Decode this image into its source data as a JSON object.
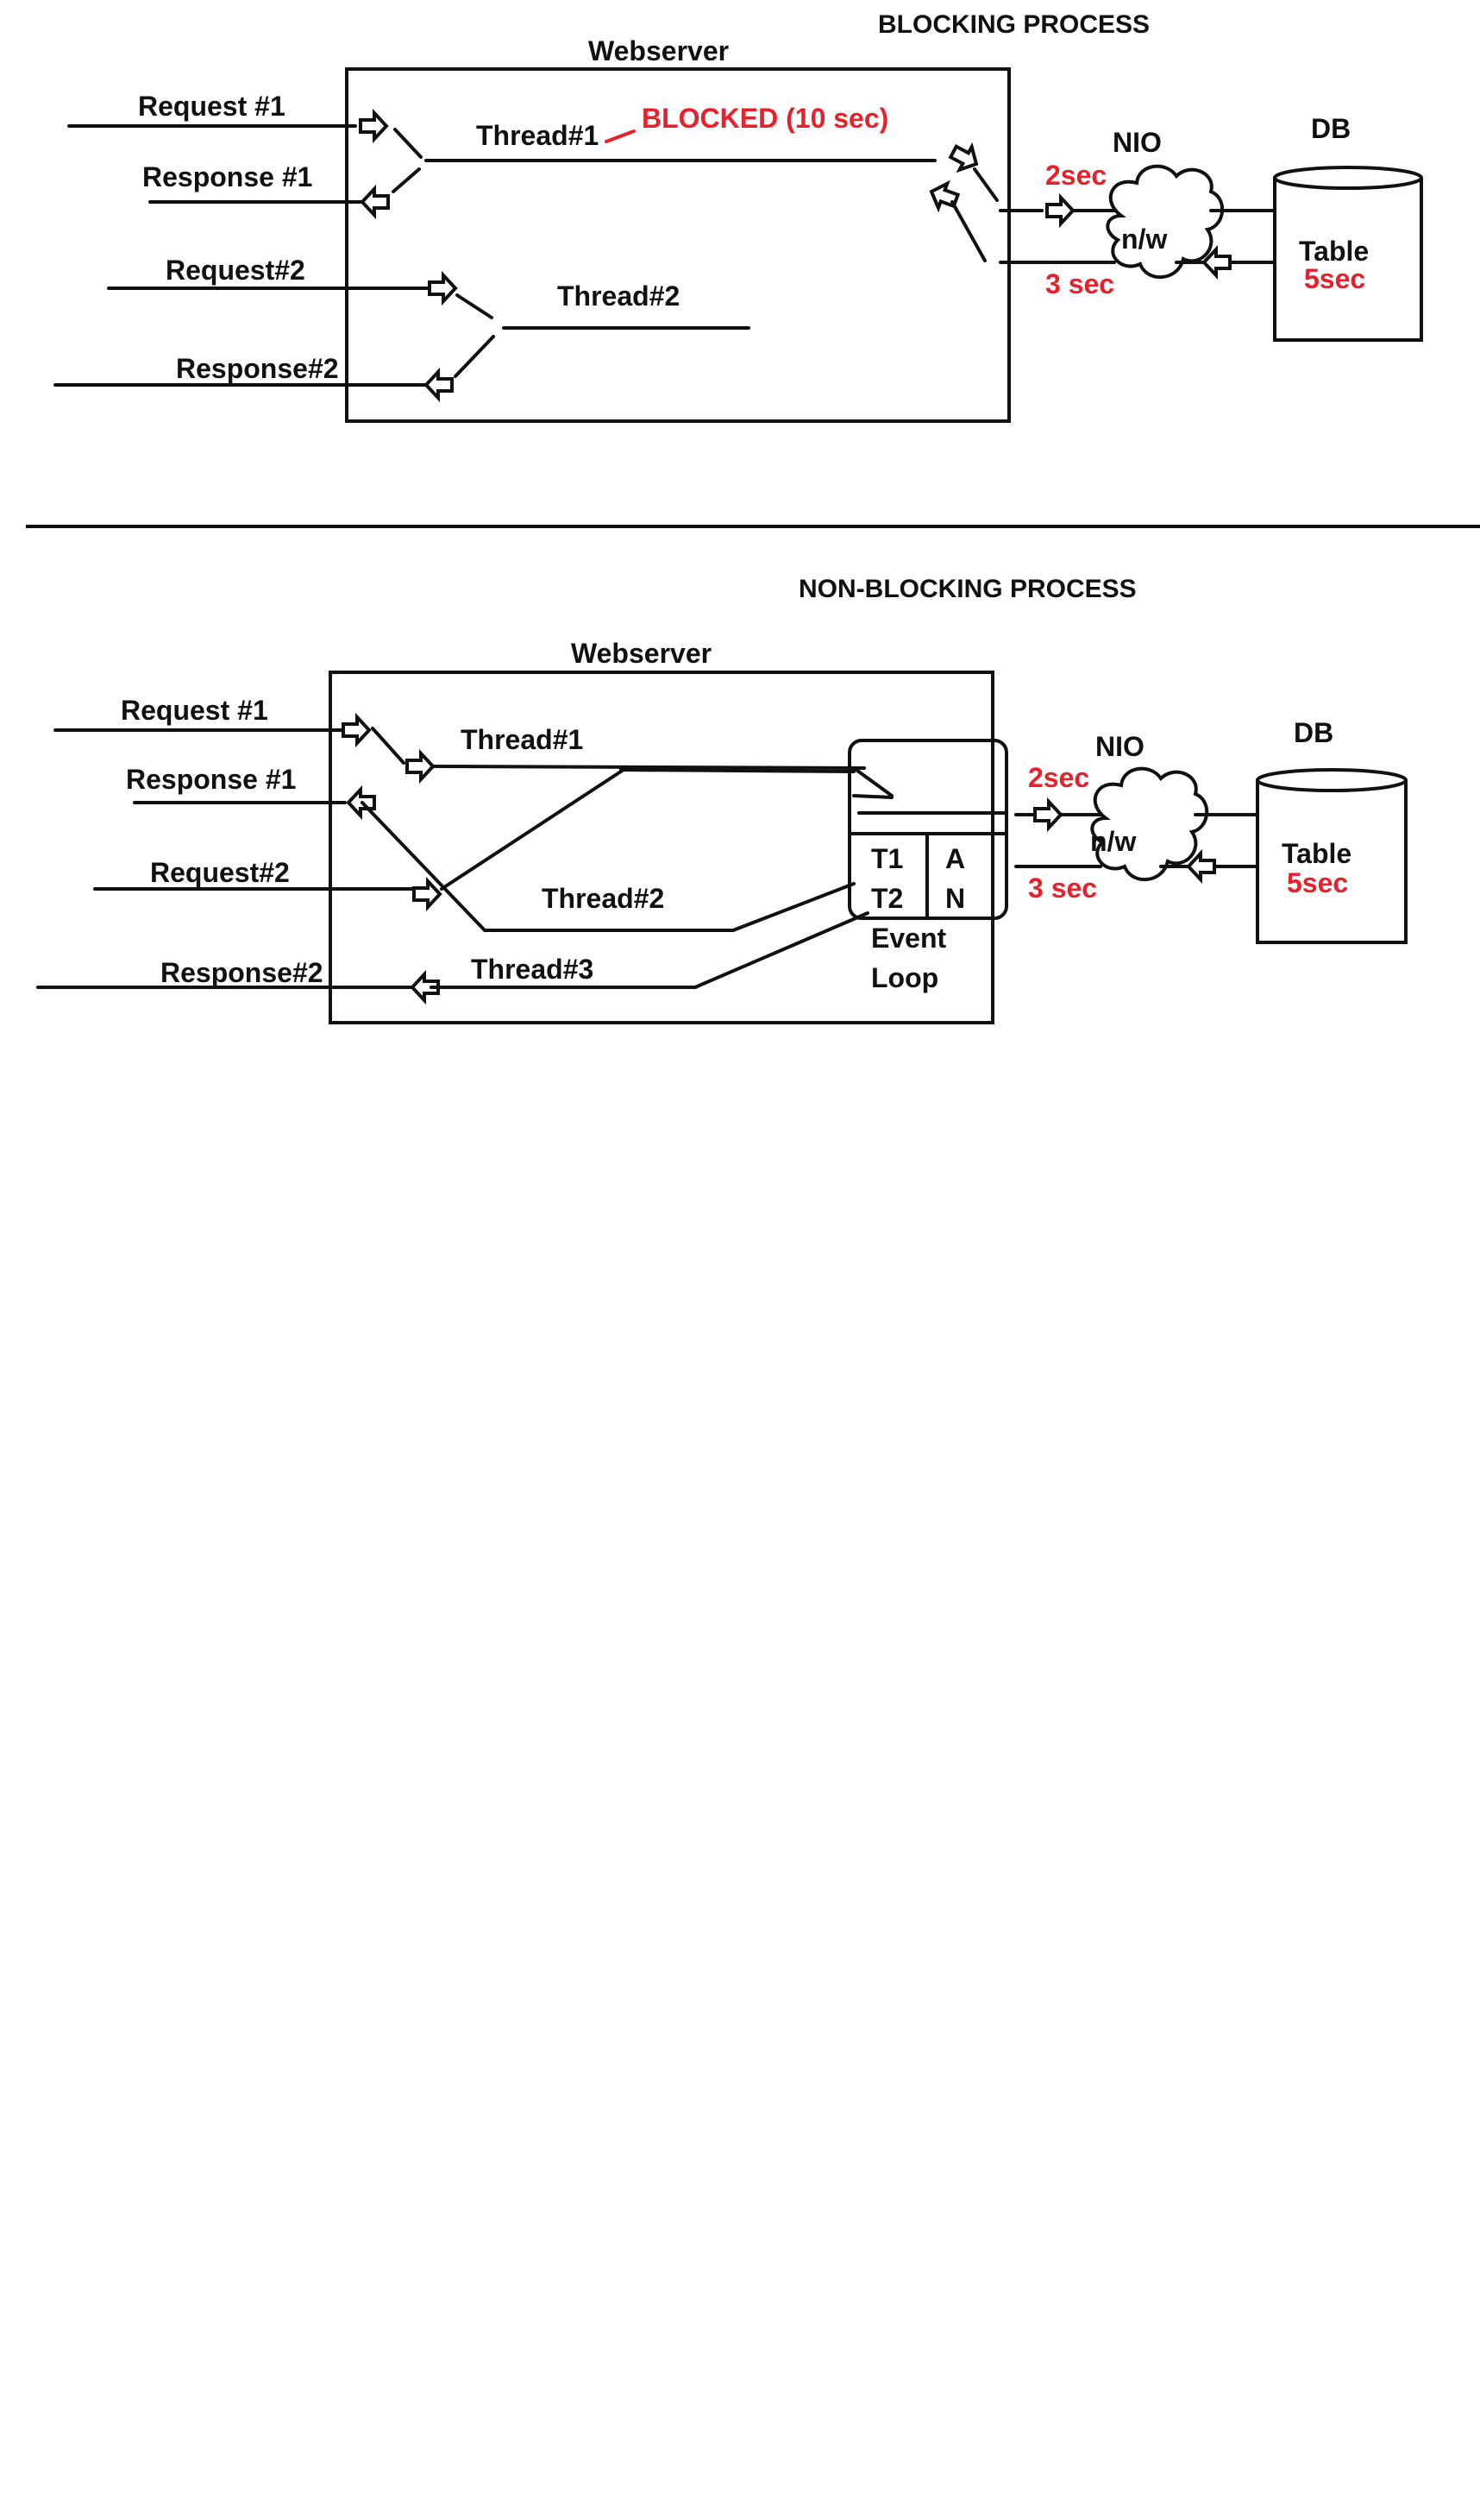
{
  "colors": {
    "ink": "#111111",
    "highlight": "#e8202a",
    "background": "#ffffff"
  },
  "blocking": {
    "title": "BLOCKING PROCESS",
    "webserver_label": "Webserver",
    "request1": "Request #1",
    "response1": "Response #1",
    "request2": "Request#2",
    "response2": "Response#2",
    "thread1": "Thread#1",
    "blocked_note": "BLOCKED (10 sec)",
    "thread2": "Thread#2",
    "nio_label": "NIO",
    "network_label": "n/w",
    "db_label": "DB",
    "table_label": "Table",
    "table_time": "5sec",
    "send_time": "2sec",
    "return_time": "3 sec"
  },
  "nonblocking": {
    "title": "NON-BLOCKING PROCESS",
    "webserver_label": "Webserver",
    "request1": "Request #1",
    "response1": "Response #1",
    "request2": "Request#2",
    "response2": "Response#2",
    "thread1": "Thread#1",
    "thread2": "Thread#2",
    "thread3": "Thread#3",
    "event_loop_line1": "Event",
    "event_loop_line2": "Loop",
    "queue_t1": "T1",
    "queue_t2": "T2",
    "queue_a": "A",
    "queue_n": "N",
    "nio_label": "NIO",
    "network_label": "n/w",
    "db_label": "DB",
    "table_label": "Table",
    "table_time": "5sec",
    "send_time": "2sec",
    "return_time": "3 sec"
  }
}
